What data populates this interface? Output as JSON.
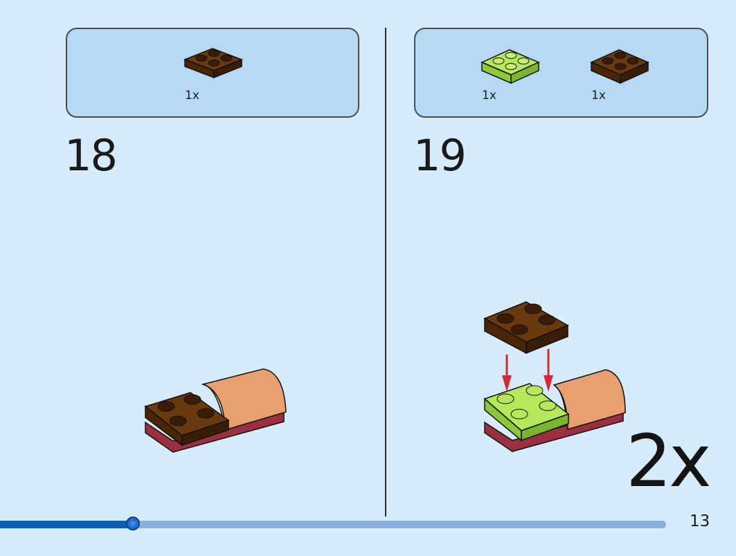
{
  "colors": {
    "background": "#d6ebfb",
    "parts_box": "#b7d9f6",
    "dark_brown_plate": "#5a3109",
    "lime_plate": "#b5e85a",
    "tan_slope": "#e8a070",
    "dark_red_base": "#9b2f3f",
    "arrow_red": "#d42a35",
    "progress_fill": "#0c5cb6",
    "progress_track": "#8aaede"
  },
  "steps": [
    {
      "number": "18",
      "parts": [
        {
          "icon": "dark-brown-2x2-plate",
          "qty": "1x"
        }
      ]
    },
    {
      "number": "19",
      "parts": [
        {
          "icon": "lime-2x2-plate",
          "qty": "1x"
        },
        {
          "icon": "dark-brown-2x2-plate",
          "qty": "1x"
        }
      ],
      "multiplier": "2x"
    }
  ],
  "progress": {
    "fraction": 0.2
  },
  "page_number": "13"
}
